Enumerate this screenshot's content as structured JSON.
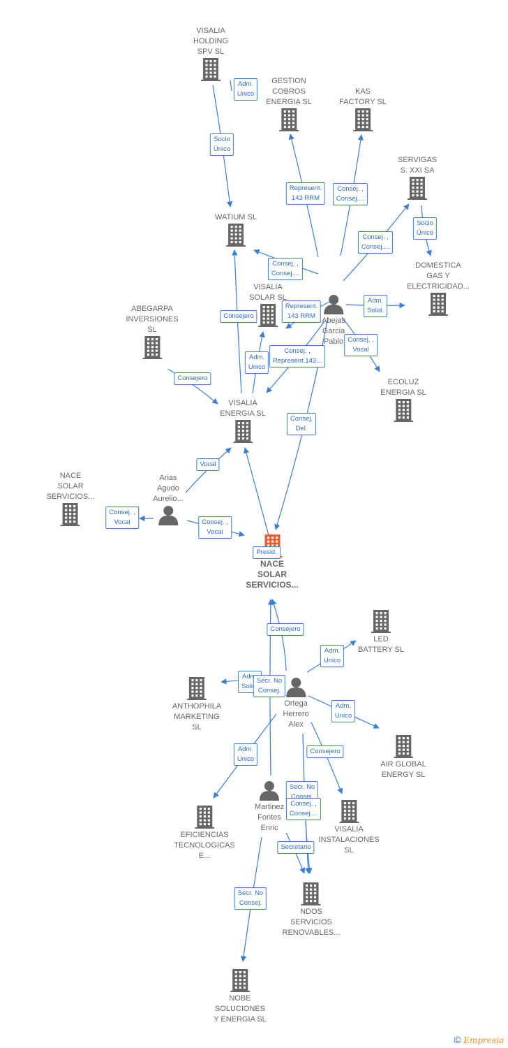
{
  "nodes": [
    {
      "id": "visalia_holding",
      "type": "company",
      "lines": [
        "VISALIA",
        "HOLDING",
        "SPV  SL"
      ]
    },
    {
      "id": "gestion_cobros",
      "type": "company",
      "lines": [
        "GESTION",
        "COBROS",
        "ENERGIA  SL"
      ]
    },
    {
      "id": "kas_factory",
      "type": "company",
      "lines": [
        "KAS",
        "FACTORY SL"
      ]
    },
    {
      "id": "servigas",
      "type": "company",
      "lines": [
        "SERVIGAS",
        "S.  XXI SA"
      ]
    },
    {
      "id": "watium",
      "type": "company",
      "lines": [
        "WATIUM SL"
      ]
    },
    {
      "id": "abejas",
      "type": "person",
      "lines": [
        "Abejas",
        "Garcia",
        "Pablo"
      ]
    },
    {
      "id": "domestica",
      "type": "company",
      "lines": [
        "DOMESTICA",
        "GAS Y",
        "ELECTRICIDAD..."
      ]
    },
    {
      "id": "visalia_solar",
      "type": "company",
      "lines": [
        "VISALIA",
        "SOLAR  SL"
      ]
    },
    {
      "id": "abegarpa",
      "type": "company",
      "lines": [
        "ABEGARPA",
        "INVERSIONES",
        "SL"
      ]
    },
    {
      "id": "ecoluz",
      "type": "company",
      "lines": [
        "ECOLUZ",
        "ENERGIA  SL"
      ]
    },
    {
      "id": "visalia_energia",
      "type": "company",
      "lines": [
        "VISALIA",
        "ENERGIA  SL"
      ]
    },
    {
      "id": "arias",
      "type": "person",
      "lines": [
        "Arias",
        "Agudo",
        "Aurelio..."
      ]
    },
    {
      "id": "nace_left",
      "type": "company",
      "lines": [
        "NACE",
        "SOLAR",
        "SERVICIOS..."
      ]
    },
    {
      "id": "nace_main",
      "type": "main",
      "lines": [
        "NACE",
        "SOLAR",
        "SERVICIOS..."
      ]
    },
    {
      "id": "led_battery",
      "type": "company",
      "lines": [
        "LED",
        "BATTERY  SL"
      ]
    },
    {
      "id": "anthophila",
      "type": "company",
      "lines": [
        "ANTHOPHILA",
        "MARKETING",
        "SL"
      ]
    },
    {
      "id": "ortega",
      "type": "person",
      "lines": [
        "Ortega",
        "Herrero",
        "Alex"
      ]
    },
    {
      "id": "air_global",
      "type": "company",
      "lines": [
        "AIR GLOBAL",
        "ENERGY  SL"
      ]
    },
    {
      "id": "martinez",
      "type": "person",
      "lines": [
        "Martinez",
        "Fontes",
        "Enric"
      ]
    },
    {
      "id": "visalia_instal",
      "type": "company",
      "lines": [
        "VISALIA",
        "INSTALACIONES",
        "SL"
      ]
    },
    {
      "id": "eficiencias",
      "type": "company",
      "lines": [
        "EFICIENCIAS",
        "TECNOLOGICAS",
        "E..."
      ]
    },
    {
      "id": "ndos",
      "type": "company",
      "lines": [
        "NDOS",
        "SERVICIOS",
        "RENOVABLES..."
      ]
    },
    {
      "id": "nobe",
      "type": "company",
      "lines": [
        "NOBE",
        "SOLUCIONES",
        "Y ENERGIA  SL"
      ]
    }
  ],
  "edges": [
    {
      "from": "visalia_holding",
      "to": "watium",
      "label": [
        "Socio",
        "Único"
      ]
    },
    {
      "from": "visalia_holding",
      "to": "visalia_energia",
      "label": [
        "Adm.",
        "Unico"
      ]
    },
    {
      "from": "abejas",
      "to": "gestion_cobros",
      "label": [
        "Represent.",
        "143 RRM"
      ]
    },
    {
      "from": "abejas",
      "to": "kas_factory",
      "label": [
        "Consej. ,",
        "Consej...."
      ]
    },
    {
      "from": "abejas",
      "to": "servigas",
      "label": [
        "Consej. ,",
        "Consej...."
      ]
    },
    {
      "from": "servigas",
      "to": "domestica",
      "label": [
        "Socio",
        "Único"
      ]
    },
    {
      "from": "abejas",
      "to": "watium",
      "label": [
        "Consej. ,",
        "Consej...."
      ]
    },
    {
      "from": "abejas",
      "to": "visalia_solar",
      "label": [
        "Represent.",
        "143 RRM"
      ]
    },
    {
      "from": "abejas",
      "to": "domestica",
      "label": [
        "Adm.",
        "Solid."
      ]
    },
    {
      "from": "abejas",
      "to": "ecoluz",
      "label": [
        "Consej. ,",
        "Vocal"
      ]
    },
    {
      "from": "abejas",
      "to": "visalia_energia",
      "label": [
        "Consej. ,",
        "Represent.143..."
      ]
    },
    {
      "from": "abejas",
      "to": "nace_main",
      "label": [
        "Consej.",
        "Del."
      ]
    },
    {
      "from": "visalia_energia",
      "to": "watium",
      "label": [
        "Consejero"
      ]
    },
    {
      "from": "visalia_energia",
      "to": "visalia_solar",
      "label": [
        "Adm.",
        "Unico"
      ]
    },
    {
      "from": "abegarpa",
      "to": "visalia_energia",
      "label": [
        "Consejero"
      ]
    },
    {
      "from": "arias",
      "to": "visalia_energia",
      "label": [
        "Vocal"
      ]
    },
    {
      "from": "arias",
      "to": "nace_left",
      "label": [
        "Consej. ,",
        "Vocal"
      ]
    },
    {
      "from": "arias",
      "to": "nace_main",
      "label": [
        "Consej. ,",
        "Vocal"
      ]
    },
    {
      "from": "nace_main",
      "to": "visalia_energia",
      "label": [
        "Presid."
      ]
    },
    {
      "from": "ortega",
      "to": "nace_main",
      "label": [
        "Consejero"
      ]
    },
    {
      "from": "ortega",
      "to": "led_battery",
      "label": [
        "Adm.",
        "Unico"
      ]
    },
    {
      "from": "ortega",
      "to": "anthophila",
      "label": [
        "Adm.",
        "Solid."
      ]
    },
    {
      "from": "ortega",
      "to": "air_global",
      "label": [
        "Adm.",
        "Unico"
      ]
    },
    {
      "from": "ortega",
      "to": "visalia_instal",
      "label": [
        "Consejero"
      ]
    },
    {
      "from": "ortega",
      "to": "eficiencias",
      "label": [
        "Adm.",
        "Unico"
      ]
    },
    {
      "from": "ortega",
      "to": "ndos",
      "label": [
        "Secr.  No",
        "Consej."
      ]
    },
    {
      "from": "martinez",
      "to": "nace_main",
      "label": [
        "Secr.  No",
        "Consej."
      ]
    },
    {
      "from": "martinez",
      "to": "ndos",
      "label": [
        "Consej. ,",
        "Consej...."
      ]
    },
    {
      "from": "martinez",
      "to": "ndos",
      "label": [
        "Secretario"
      ]
    },
    {
      "from": "martinez",
      "to": "nobe",
      "label": [
        "Secr.  No",
        "Consej."
      ]
    }
  ],
  "colors": {
    "edge": "#3a7fd5",
    "company_icon": "#666666",
    "main_icon": "#f05a28",
    "person_icon": "#666666",
    "label_text": "#2d6fc4"
  },
  "brand": {
    "symbol": "©",
    "name": "Empresia"
  }
}
